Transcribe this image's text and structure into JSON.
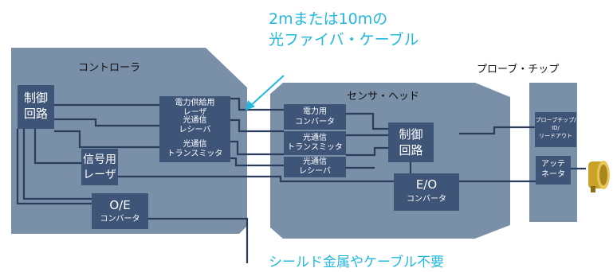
{
  "annotation": {
    "cable_line1": "2mまたは10mの",
    "cable_line2": "光ファイバ・ケーブル",
    "bottom_note": "シールド金属やケーブル不要"
  },
  "controller": {
    "title": "コントローラ",
    "control_circuit_l1": "制御",
    "control_circuit_l2": "回路",
    "power_laser_l1": "電力供給用",
    "power_laser_l2": "レーザ",
    "opt_receiver_l1": "光通信",
    "opt_receiver_l2": "レシーバ",
    "opt_transmitter_l1": "光通信",
    "opt_transmitter_l2": "トランスミッタ",
    "signal_laser_l1": "信号用",
    "signal_laser_l2": "レーザ",
    "oe_l1": "O/E",
    "oe_l2": "コンバータ"
  },
  "sensor_head": {
    "title": "センサ・ヘッド",
    "power_converter_l1": "電力用",
    "power_converter_l2": "コンバータ",
    "opt_transmitter_l1": "光通信",
    "opt_transmitter_l2": "トランスミッタ",
    "opt_receiver_l1": "光通信",
    "opt_receiver_l2": "レシーバ",
    "control_circuit_l1": "制御",
    "control_circuit_l2": "回路",
    "eo_l1": "E/O",
    "eo_l2": "コンバータ"
  },
  "probe_chip": {
    "title": "プローブ・チップ",
    "id_l1": "プローブチップ/",
    "id_l2": "ID/",
    "id_l3": "リードアウト",
    "antenna_l1": "アッテ",
    "antenna_l2": "ネータ"
  },
  "colors": {
    "panel": "#7a8fa8",
    "block": "#3f5578",
    "line": "#2a3d5c",
    "accent": "#22b8de"
  }
}
